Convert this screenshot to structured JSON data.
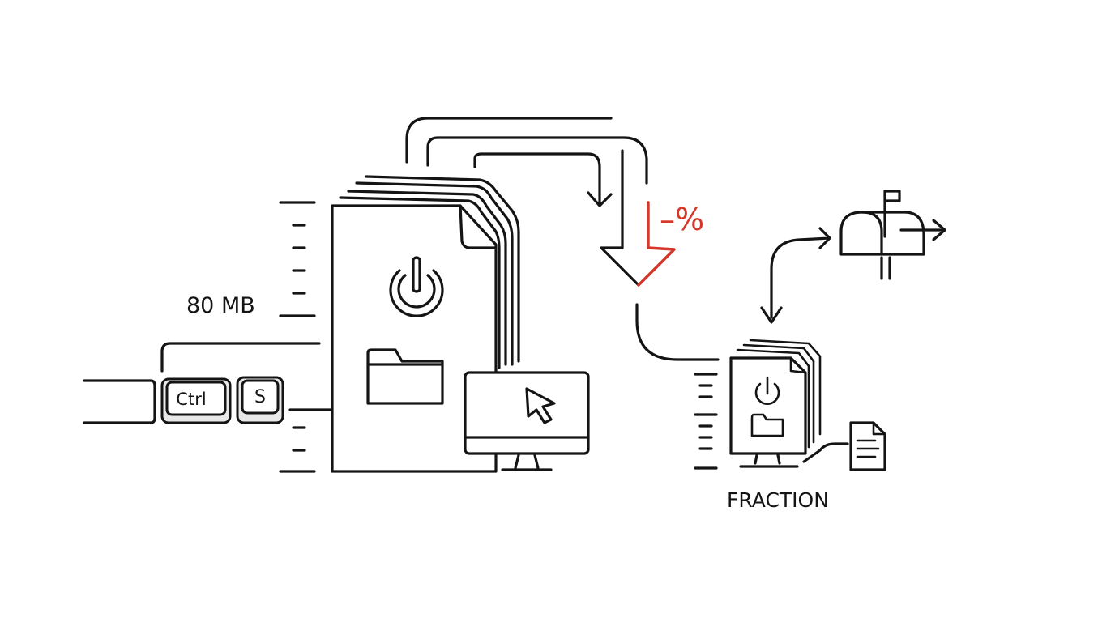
{
  "labels": {
    "size": "80 MB",
    "reduction": "–%",
    "result": "FRACTION"
  },
  "keys": {
    "modifier": "Ctrl",
    "letter": "S"
  },
  "icons": [
    "power-icon",
    "folder-icon",
    "monitor-icon",
    "cursor-icon",
    "mailbox-icon",
    "document-icon",
    "down-arrow-icon"
  ],
  "colors": {
    "ink": "#141414",
    "accent": "#d6372a",
    "background": "#ffffff"
  }
}
